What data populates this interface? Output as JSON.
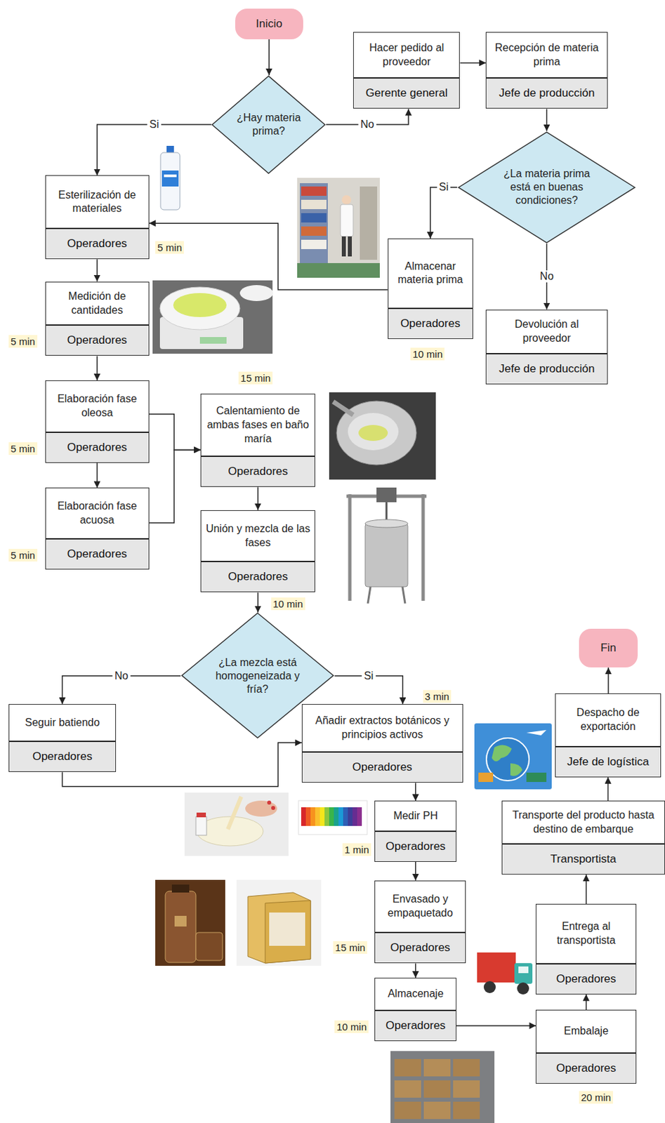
{
  "diagram": {
    "nodes": [
      {
        "text": [
          "Inicio"
        ]
      },
      {
        "text": [
          "¿Hay materia prima?"
        ]
      },
      {
        "text": [
          "Hacer pedido al proveedor",
          "Gerente general"
        ]
      },
      {
        "text": [
          "Recepción de materia prima",
          "Jefe de producción"
        ]
      },
      {
        "text": [
          "¿La materia prima está en buenas condiciones?"
        ]
      },
      {
        "text": [
          "Esterilización de materiales",
          "Operadores"
        ]
      },
      {
        "text": [
          "Almacenar materia prima",
          "Operadores"
        ]
      },
      {
        "text": [
          "Devolución al proveedor",
          "Jefe de producción"
        ]
      },
      {
        "text": [
          "Medición de cantidades",
          "Operadores"
        ]
      },
      {
        "text": [
          "Elaboración fase oleosa",
          "Operadores"
        ]
      },
      {
        "text": [
          "Calentamiento de ambas fases en baño maría",
          "Operadores"
        ]
      },
      {
        "text": [
          "Elaboración fase acuosa",
          "Operadores"
        ]
      },
      {
        "text": [
          "Unión y mezcla de las fases",
          "Operadores"
        ]
      },
      {
        "text": [
          "¿La mezcla está homogeneizada y fría?"
        ]
      },
      {
        "text": [
          "Seguir batiendo",
          "Operadores"
        ]
      },
      {
        "text": [
          "Añadir extractos botánicos y principios activos",
          "Operadores"
        ]
      },
      {
        "text": [
          "Medir PH",
          "Operadores"
        ]
      },
      {
        "text": [
          "Fin"
        ]
      },
      {
        "text": [
          "Despacho de exportación",
          "Jefe de logística"
        ]
      },
      {
        "text": [
          "Transporte del producto hasta destino de embarque",
          "Transportista"
        ]
      },
      {
        "text": [
          "Envasado y empaquetado",
          "Operadores"
        ]
      },
      {
        "text": [
          "Entrega al transportista",
          "Operadores"
        ]
      },
      {
        "text": [
          "Almacenaje",
          "Operadores"
        ]
      },
      {
        "text": [
          "Embalaje",
          "Operadores"
        ]
      }
    ],
    "edges": [
      {
        "from": 0,
        "to": 1,
        "arrow": "to"
      },
      {
        "from": 1,
        "to": 5,
        "label": "Si",
        "arrow": "to"
      },
      {
        "from": 1,
        "to": 2,
        "label": "No",
        "arrow": "to"
      },
      {
        "from": 2,
        "to": 3,
        "arrow": "to"
      },
      {
        "from": 3,
        "to": 4,
        "arrow": "to"
      },
      {
        "from": 4,
        "to": 6,
        "label": "Si",
        "arrow": "to"
      },
      {
        "from": 4,
        "to": 7,
        "label": "No",
        "arrow": "to"
      },
      {
        "from": 6,
        "to": 5,
        "arrow": "to"
      },
      {
        "from": 5,
        "to": 8,
        "arrow": "to"
      },
      {
        "from": 8,
        "to": 9,
        "arrow": "to"
      },
      {
        "from": 9,
        "to": 11,
        "arrow": "to"
      },
      {
        "from": 9,
        "to": 10,
        "arrow": "to"
      },
      {
        "from": 11,
        "to": 10,
        "arrow": "to"
      },
      {
        "from": 10,
        "to": 12,
        "arrow": "to"
      },
      {
        "from": 12,
        "to": 13,
        "arrow": "to"
      },
      {
        "from": 13,
        "to": 14,
        "label": "No",
        "arrow": "to"
      },
      {
        "from": 13,
        "to": 15,
        "label": "Si",
        "arrow": "to"
      },
      {
        "from": 14,
        "to": 15,
        "arrow": "to"
      },
      {
        "from": 15,
        "to": 16,
        "arrow": "to"
      },
      {
        "from": 16,
        "to": 20,
        "arrow": "to"
      },
      {
        "from": 20,
        "to": 22,
        "arrow": "to"
      },
      {
        "from": 22,
        "to": 23,
        "arrow": "to"
      },
      {
        "from": 23,
        "to": 21,
        "arrow": "to"
      },
      {
        "from": 21,
        "to": 19,
        "arrow": "to"
      },
      {
        "from": 19,
        "to": 18,
        "arrow": "to"
      },
      {
        "from": 18,
        "to": 17,
        "arrow": "to"
      }
    ],
    "labels": [
      "5 min",
      "5 min",
      "10 min",
      "15 min",
      "5 min",
      "5 min",
      "10 min",
      "3 min",
      "1 min",
      "15 min",
      "10 min",
      "20 min"
    ]
  }
}
